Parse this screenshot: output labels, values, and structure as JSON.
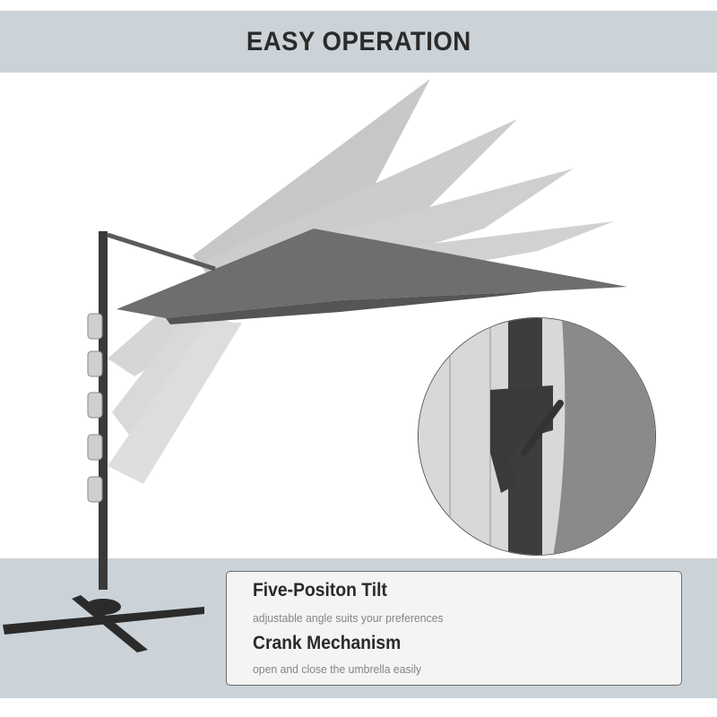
{
  "header": {
    "title": "EASY OPERATION"
  },
  "features": [
    {
      "title": "Five-Positon Tilt",
      "description": "adjustable angle suits your preferences"
    },
    {
      "title": "Crank Mechanism",
      "description": "open and close the umbrella  easily"
    }
  ],
  "illustration": {
    "subject": "cantilever-umbrella-tilt-positions",
    "tilt_positions": 5,
    "inset": "crank-handle-closeup"
  },
  "colors": {
    "band": "#ccd3d8",
    "card": "#f4f4f4",
    "title_text": "#2b2b2b",
    "desc_text": "#858585",
    "canopy": "#6e6e6e"
  }
}
